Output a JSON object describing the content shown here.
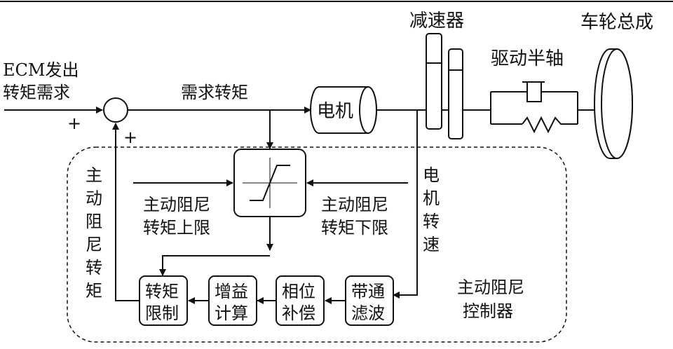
{
  "diagram": {
    "input_label_line1": "ECM发出",
    "input_label_line2": "转矩需求",
    "plus_top": "+",
    "plus_bottom": "+",
    "demand_torque_label": "需求转矩",
    "motor_label": "电机",
    "reducer_label": "减速器",
    "halfshaft_label": "驱动半轴",
    "wheel_label": "车轮总成",
    "upper_limit_line1": "主动阻尼",
    "upper_limit_line2": "转矩上限",
    "lower_limit_line1": "主动阻尼",
    "lower_limit_line2": "转矩下限",
    "motor_speed_chars": [
      "电",
      "机",
      "转",
      "速"
    ],
    "damping_torque_chars": [
      "主",
      "动",
      "阻",
      "尼",
      "转",
      "矩"
    ],
    "block_torque_limit": [
      "转矩",
      "限制"
    ],
    "block_gain_calc": [
      "增益",
      "计算"
    ],
    "block_phase_comp": [
      "相位",
      "补偿"
    ],
    "block_bandpass": [
      "带通",
      "滤波"
    ],
    "controller_line1": "主动阻尼",
    "controller_line2": "控制器"
  }
}
